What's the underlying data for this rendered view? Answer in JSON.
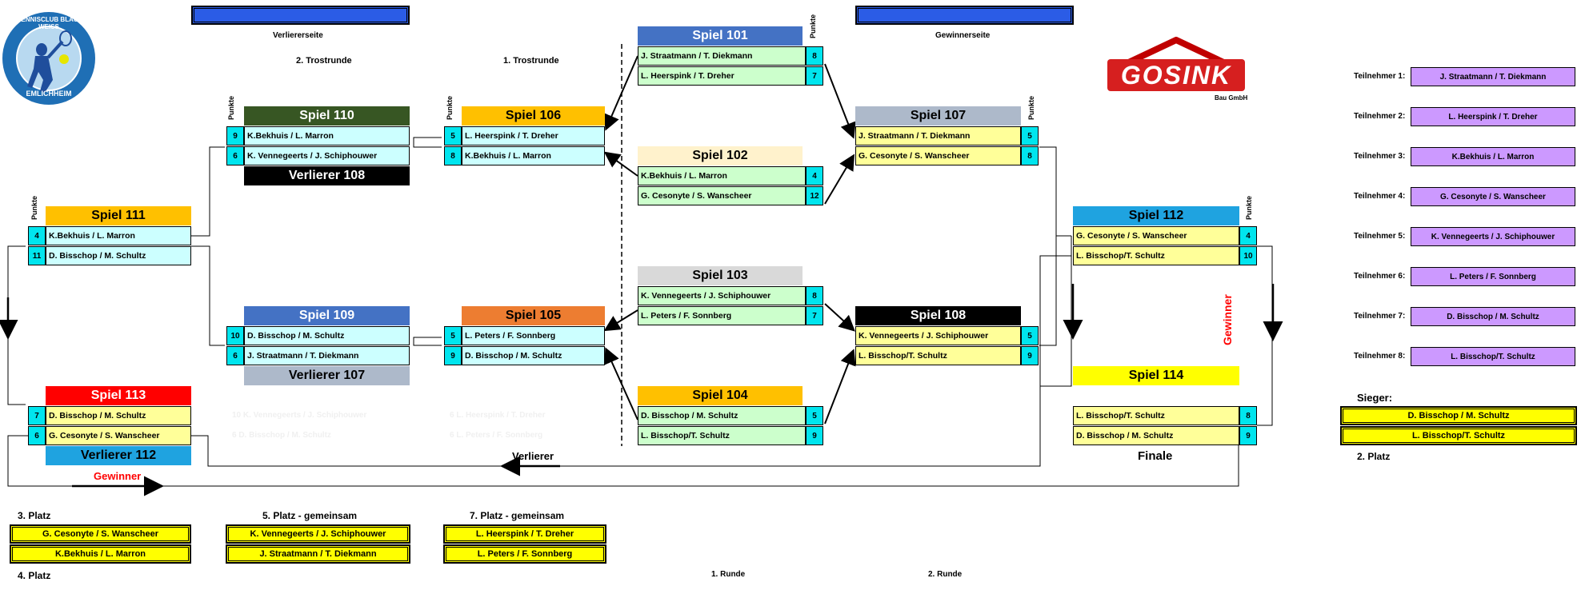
{
  "header": {
    "verliererseite": "Verliererseite",
    "gewinnerseite": "Gewinnerseite",
    "trostrunde2": "2. Trostrunde",
    "trostrunde1": "1. Trostrunde",
    "runde1": "1. Runde",
    "runde2": "2. Runde",
    "punkte": "Punkte"
  },
  "club_logo": {
    "top": "TENNISCLUB BLAU-WEISS",
    "bottom": "EMLICHHEIM"
  },
  "sponsor": {
    "name": "GOSINK",
    "sub": "Bau GmbH"
  },
  "colors": {
    "blue": "#4472c4",
    "darkgreen": "#375623",
    "orange": "#ffc000",
    "darkorange": "#ed7d31",
    "red": "#ff0000",
    "lightblue": "#1fa3e0",
    "grey": "#adb9ca",
    "black": "#000000",
    "cream": "#fff2cc",
    "lightgrey": "#d9d9d9",
    "yellow": "#ffff00",
    "violet": "#cc99ff",
    "cyan": "#00e5ee"
  },
  "games": {
    "g101": {
      "title": "Spiel 101",
      "t1": "J. Straatmann / T. Diekmann",
      "s1": "8",
      "t2": "L. Heerspink / T. Dreher",
      "s2": "7"
    },
    "g102": {
      "title": "Spiel 102",
      "t1": "K.Bekhuis / L. Marron",
      "s1": "4",
      "t2": "G. Cesonyte / S. Wanscheer",
      "s2": "12"
    },
    "g103": {
      "title": "Spiel 103",
      "t1": "K. Vennegeerts / J. Schiphouwer",
      "s1": "8",
      "t2": "L. Peters / F. Sonnberg",
      "s2": "7"
    },
    "g104": {
      "title": "Spiel 104",
      "t1": "D. Bisschop / M. Schultz",
      "s1": "5",
      "t2": "L. Bisschop/T. Schultz",
      "s2": "9"
    },
    "g105": {
      "title": "Spiel  105",
      "t1": "L. Peters / F. Sonnberg",
      "s1": "5",
      "t2": "D. Bisschop / M. Schultz",
      "s2": "9"
    },
    "g106": {
      "title": "Spiel  106",
      "t1": "L. Heerspink / T. Dreher",
      "s1": "5",
      "t2": "K.Bekhuis / L. Marron",
      "s2": "8"
    },
    "g107": {
      "title": "Spiel 107",
      "t1": "J. Straatmann / T. Diekmann",
      "s1": "5",
      "t2": "G. Cesonyte / S. Wanscheer",
      "s2": "8"
    },
    "g108": {
      "title": "Spiel 108",
      "t1": "K. Vennegeerts / J. Schiphouwer",
      "s1": "5",
      "t2": "L. Bisschop/T. Schultz",
      "s2": "9"
    },
    "g109": {
      "title": "Spiel 109",
      "t1": "D. Bisschop / M. Schultz",
      "s1": "10",
      "t2": "J. Straatmann / T. Diekmann",
      "s2": "6",
      "footer": "Verlierer 107"
    },
    "g110": {
      "title": "Spiel 110",
      "t1": "K.Bekhuis / L. Marron",
      "s1": "9",
      "t2": "K. Vennegeerts / J. Schiphouwer",
      "s2": "6",
      "footer": "Verlierer 108"
    },
    "g111": {
      "title": "Spiel 111",
      "t1": "K.Bekhuis / L. Marron",
      "s1": "4",
      "t2": "D. Bisschop / M. Schultz",
      "s2": "11"
    },
    "g112": {
      "title": "Spiel 112",
      "t1": "G. Cesonyte / S. Wanscheer",
      "s1": "4",
      "t2": "L. Bisschop/T. Schultz",
      "s2": "10"
    },
    "g113": {
      "title": "Spiel 113",
      "t1": "D. Bisschop / M. Schultz",
      "s1": "7",
      "t2": "G. Cesonyte / S. Wanscheer",
      "s2": "6",
      "footer": "Verlierer 112"
    },
    "g114": {
      "title": "Spiel 114",
      "t1": "L. Bisschop/T. Schultz",
      "s1": "8",
      "t2": "D. Bisschop / M. Schultz",
      "s2": "9",
      "footer": "Finale"
    }
  },
  "ghost": {
    "a1": "10   K. Vennegeerts / J. Schiphouwer",
    "a2": "6   D. Bisschop / M. Schultz",
    "b1": "6   L. Heerspink / T. Dreher",
    "b2": "6   L. Peters / F. Sonnberg"
  },
  "labels": {
    "gewinner_left": "Gewinner",
    "gewinner_right": "Gewinner",
    "verlierer": "Verlierer"
  },
  "teilnehmer": [
    {
      "label": "Teilnehmer 1:",
      "name": "J. Straatmann / T. Diekmann"
    },
    {
      "label": "Teilnehmer 2:",
      "name": "L. Heerspink / T. Dreher"
    },
    {
      "label": "Teilnehmer 3:",
      "name": "K.Bekhuis / L. Marron"
    },
    {
      "label": "Teilnehmer 4:",
      "name": "G. Cesonyte / S. Wanscheer"
    },
    {
      "label": "Teilnehmer 5:",
      "name": "K. Vennegeerts / J. Schiphouwer"
    },
    {
      "label": "Teilnehmer 6:",
      "name": "L. Peters / F. Sonnberg"
    },
    {
      "label": "Teilnehmer 7:",
      "name": "D. Bisschop / M. Schultz"
    },
    {
      "label": "Teilnehmer 8:",
      "name": "L. Bisschop/T. Schultz"
    }
  ],
  "results": {
    "sieger_label": "Sieger:",
    "sieger": "D. Bisschop / M. Schultz",
    "zweiter": "L. Bisschop/T. Schultz",
    "zweiter_label": "2. Platz",
    "platz3_label": "3. Platz",
    "platz3": "G. Cesonyte / S. Wanscheer",
    "platz4": "K.Bekhuis / L. Marron",
    "platz4_label": "4. Platz",
    "platz5_label": "5. Platz - gemeinsam",
    "platz5a": "K. Vennegeerts / J. Schiphouwer",
    "platz5b": "J. Straatmann / T. Diekmann",
    "platz7_label": "7. Platz - gemeinsam",
    "platz7a": "L. Heerspink / T. Dreher",
    "platz7b": "L. Peters / F. Sonnberg"
  }
}
